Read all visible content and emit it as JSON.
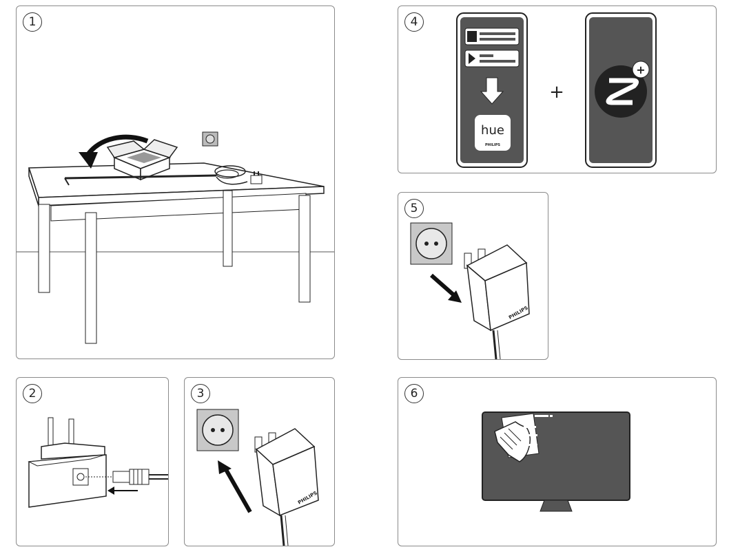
{
  "steps": [
    {
      "number": "1"
    },
    {
      "number": "2"
    },
    {
      "number": "3"
    },
    {
      "number": "4"
    },
    {
      "number": "5"
    },
    {
      "number": "6"
    }
  ],
  "app": {
    "name": "hue",
    "brand": "PHILIPS",
    "plus_sign": "+",
    "badge_plus": "+"
  },
  "adapter_brand": "PHILIPS",
  "colors": {
    "screen_dark": "#555555",
    "outline": "#222222",
    "panel_border": "#8a8a8a",
    "socket_gray": "#c8c8c8"
  },
  "icons": {
    "apple_store": "apple-icon",
    "play_store": "play-icon",
    "download": "download-arrow-icon",
    "bridge": "bridge-app-icon"
  }
}
